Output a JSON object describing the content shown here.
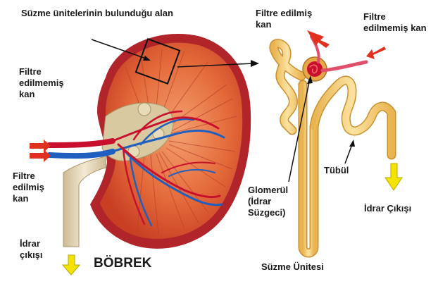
{
  "labels": {
    "filtration_area": "Süzme ünitelerinin bulunduğu alan",
    "unfiltered_blood_left": [
      "Filtre",
      "edilmemiş",
      "kan"
    ],
    "filtered_blood_left": [
      "Filtre",
      "edilmiş",
      "kan"
    ],
    "urine_outlet_left": [
      "İdrar",
      "çıkışı"
    ],
    "kidney_title": "BÖBREK",
    "filtered_blood_top": [
      "Filtre edilmiş",
      "kan"
    ],
    "unfiltered_blood_top": [
      "Filtre",
      "edilmemiş kan"
    ],
    "glomerulus": [
      "Glomerül",
      "(İdrar",
      "Süzgeci)"
    ],
    "tubule": "Tübül",
    "urine_outlet_right": "İdrar Çıkışı",
    "nephron_title": "Süzme Ünitesi"
  },
  "colors": {
    "arrow_red": "#e0301e",
    "arrow_yellow": "#f2e400",
    "artery": "#c8102e",
    "vein": "#1f5fbf",
    "kidney_tissue": "#e2673a",
    "kidney_capsule": "#b0242a",
    "tubule": "#f2c66d",
    "ureter": "#e8d9b8"
  }
}
